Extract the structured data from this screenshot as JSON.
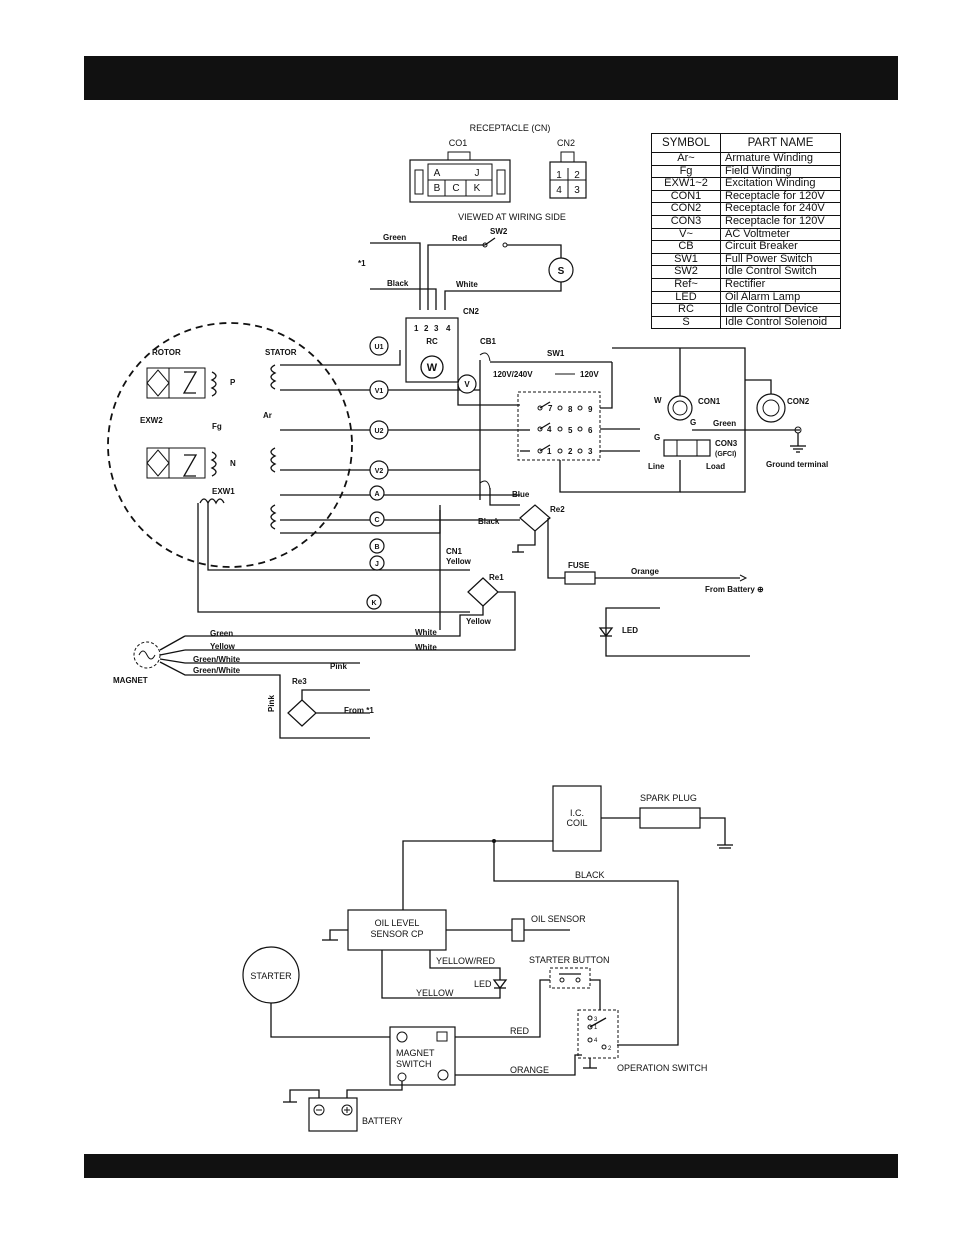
{
  "header": {
    "text": ""
  },
  "footer": {
    "text": ""
  },
  "legend": {
    "header_symbol": "SYMBOL",
    "header_part": "PART NAME",
    "rows": [
      {
        "symbol": "Ar~",
        "part": "Armature Winding"
      },
      {
        "symbol": "Fg",
        "part": "Field Winding"
      },
      {
        "symbol": "EXW1~2",
        "part": "Excitation Winding"
      },
      {
        "symbol": "CON1",
        "part": "Receptacle for 120V"
      },
      {
        "symbol": "CON2",
        "part": "Receptacle for 240V"
      },
      {
        "symbol": "CON3",
        "part": "Receptacle for 120V"
      },
      {
        "symbol": "V~",
        "part": "AC Voltmeter"
      },
      {
        "symbol": "CB",
        "part": "Circuit Breaker"
      },
      {
        "symbol": "SW1",
        "part": "Full Power Switch"
      },
      {
        "symbol": "SW2",
        "part": "Idle Control Switch"
      },
      {
        "symbol": "Ref~",
        "part": "Rectifier"
      },
      {
        "symbol": "LED",
        "part": "Oil Alarm Lamp"
      },
      {
        "symbol": "RC",
        "part": "Idle Control Device"
      },
      {
        "symbol": "S",
        "part": "Idle Control Solenoid"
      }
    ]
  },
  "receptacle": {
    "title": "RECEPTACLE (CN)",
    "co1": "CO1",
    "cn2": "CN2",
    "pins_co1": [
      "A",
      "J",
      "B",
      "C",
      "K"
    ],
    "pins_cn2": [
      "1",
      "2",
      "4",
      "3"
    ],
    "caption": "VIEWED AT WIRING SIDE"
  },
  "upper": {
    "green": "Green",
    "red": "Red",
    "sw2": "SW2",
    "star1": "*1",
    "black": "Black",
    "white": "White",
    "s": "S",
    "rc_pins": [
      "1",
      "2",
      "3",
      "4"
    ],
    "cn2": "CN2",
    "rc": "RC",
    "w": "W",
    "rotor": "ROTOR",
    "stator": "STATOR",
    "p": "P",
    "n": "N",
    "exw2": "EXW2",
    "fg": "Fg",
    "ar": "Ar",
    "exw1": "EXW1",
    "u1": "U1",
    "v1": "V1",
    "u2": "U2",
    "v2": "V2",
    "a": "A",
    "c": "C",
    "b": "B",
    "j": "J",
    "k": "K",
    "cb1": "CB1",
    "sw1": "SW1",
    "sw1_pos": "120V/240V",
    "sw1_pos2": "120V",
    "v": "V",
    "sw_pins": [
      "7",
      "8",
      "9",
      "4",
      "5",
      "6",
      "1",
      "2",
      "3"
    ],
    "con1": "CON1",
    "con2": "CON2",
    "con3": "CON3",
    "gfci": "(GFCI)",
    "line": "Line",
    "load": "Load",
    "ground_terminal": "Ground terminal",
    "w2": "W",
    "g1": "G",
    "g2": "G",
    "green2": "Green",
    "blue": "Blue",
    "black2": "Black",
    "re2": "Re2",
    "cn1": "CN1",
    "yellow": "Yellow",
    "re1": "Re1",
    "yellow2": "Yellow",
    "fuse": "FUSE",
    "orange": "Orange",
    "from_battery": "From Battery ⊕",
    "led": "LED",
    "white2": "White",
    "white3": "White",
    "mag_wires": [
      "Green",
      "Yellow",
      "Green/White",
      "Green/White"
    ],
    "magnet": "MAGNET",
    "pink": "Pink",
    "re3": "Re3",
    "pink2": "Pink",
    "from1": "From *1"
  },
  "lower": {
    "ic_coil": [
      "I.C.",
      "COIL"
    ],
    "spark_plug": "SPARK PLUG",
    "black": "BLACK",
    "oil_level": [
      "OIL LEVEL",
      "SENSOR CP"
    ],
    "oil_sensor": "OIL SENSOR",
    "starter": "STARTER",
    "yellow_red": "YELLOW/RED",
    "starter_button": "STARTER BUTTON",
    "led": "LED",
    "yellow": "YELLOW",
    "red": "RED",
    "magnet_switch": [
      "MAGNET",
      "SWITCH"
    ],
    "orange": "ORANGE",
    "operation_switch": "OPERATION SWITCH",
    "op_pins": [
      "3",
      "1",
      "4",
      "2"
    ],
    "battery": "BATTERY"
  }
}
